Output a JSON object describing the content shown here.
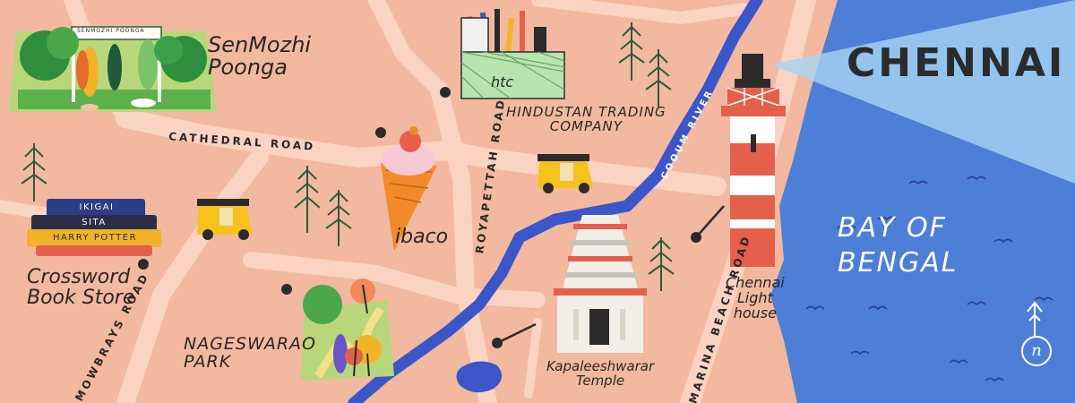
{
  "map": {
    "title": "CHENNAI",
    "water_label": "BAY OF BENGAL",
    "roads": {
      "cathedral": "CATHEDRAL ROAD",
      "royapettah": "ROYAPETTAH ROAD",
      "mowbrays": "MOWBRAYS ROAD",
      "marina": "MARINA BEACH ROAD",
      "river": "COOUM RIVER"
    },
    "places": {
      "semmozhi": {
        "line1": "SenMozhi",
        "line2": "Poonga",
        "sign": "SENMOZHI POONGA"
      },
      "hindustan": {
        "line1": "HINDUSTAN TRADING",
        "line2": "COMPANY",
        "logo": "htc"
      },
      "ibaco": {
        "name": "ibaco"
      },
      "crossword": {
        "line1": "Crossword",
        "line2": "Book Store"
      },
      "nageswarao": {
        "line1": "NAGESWARAO",
        "line2": "PARK"
      },
      "kapaleeshwarar": {
        "line1": "Kapaleeshwarar",
        "line2": "Temple"
      },
      "lighthouse": {
        "line1": "Chennai",
        "line2": "Light",
        "line3": "house"
      }
    },
    "books": [
      "IKIGAI",
      "SITA",
      "HARRY POTTER"
    ],
    "north": "n",
    "colors": {
      "land": "#f2b9a0",
      "road": "#fbd3c2",
      "river": "#3a56c8",
      "sea": "#4d7fd6",
      "sea_light": "#8fc0ea",
      "accent_red": "#e4604c",
      "tree": "#2e5a3e",
      "auto_yellow": "#f7c21e"
    }
  }
}
